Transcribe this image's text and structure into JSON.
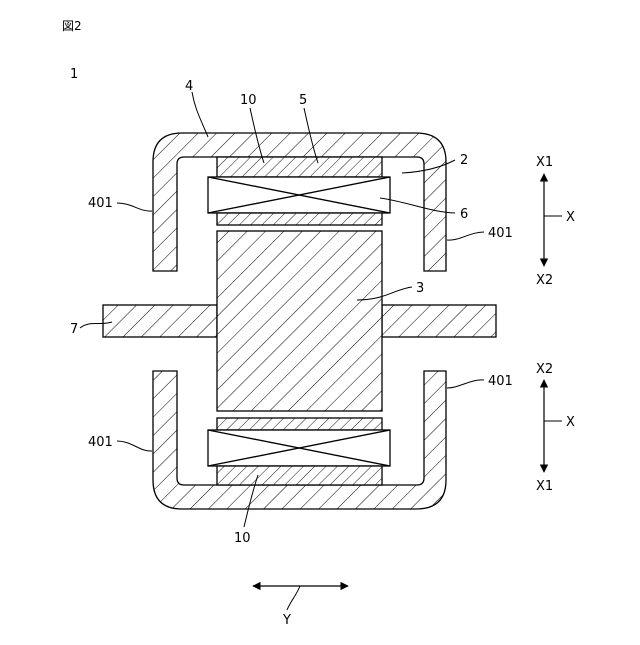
{
  "figure_title": "図2",
  "assembly_ref": "1",
  "parts": {
    "frame": "4",
    "frame_legs": "401",
    "winding": "10",
    "plate": "5",
    "spacer": "2",
    "coil": "6",
    "core": "3",
    "shaft": "7"
  },
  "axes": {
    "top": {
      "upper": "X1",
      "lower": "X2",
      "name": "X"
    },
    "bottom": {
      "upper": "X2",
      "lower": "X1",
      "name": "X"
    },
    "horizontal": {
      "name": "Y"
    }
  },
  "colors": {
    "line": "#000000",
    "background": "#ffffff"
  }
}
